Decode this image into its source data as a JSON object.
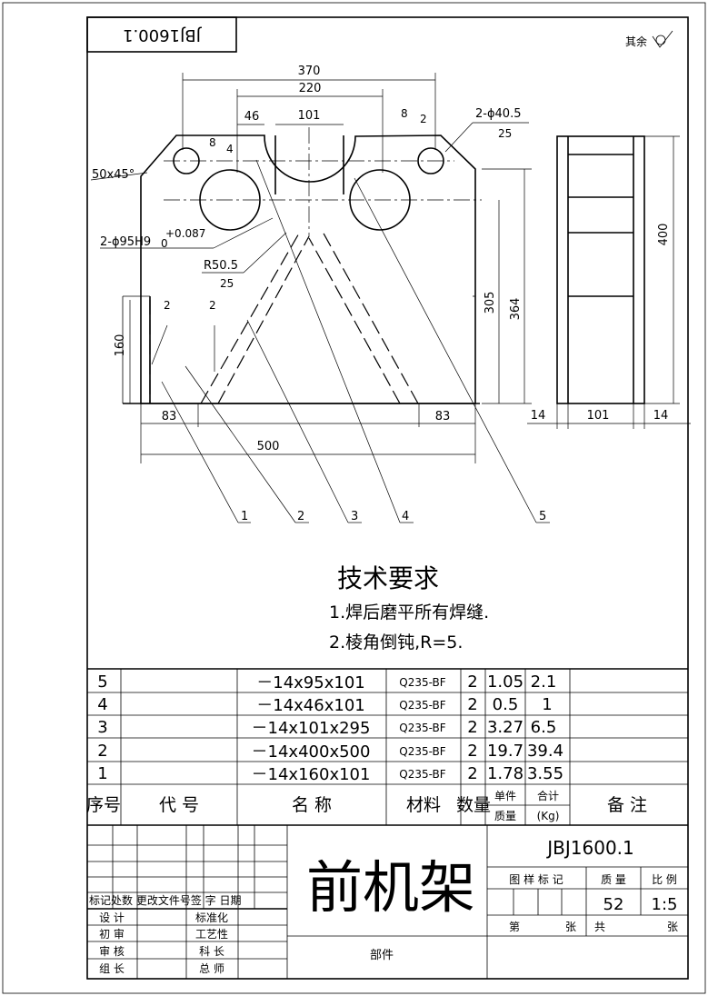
{
  "drawing_number_rotated": "JBJ1600.1",
  "roughness_note": "其余",
  "dimensions": {
    "d370": "370",
    "d220": "220",
    "d46": "46",
    "d101_top": "101",
    "weld8_a": "8",
    "weld4": "4",
    "weld8_b": "8",
    "weld2_top": "2",
    "hole_small": "2-ϕ40.5",
    "rough25": "25",
    "chamfer": "50x45°",
    "hole_big": "2-ϕ95H9",
    "tol_plus": "+0.087",
    "tol_zero": "0",
    "radius": "R50.5",
    "d305": "305",
    "d364": "364",
    "d160": "160",
    "weld2_a": "2",
    "weld2_b": "2",
    "d83_left": "83",
    "d83_right": "83",
    "d500": "500",
    "d400": "400",
    "d14_left": "14",
    "d101_side": "101",
    "d14_right": "14"
  },
  "balloons": [
    "1",
    "2",
    "3",
    "4",
    "5"
  ],
  "tech_title": "技术要求",
  "tech_items": [
    "1.焊后磨平所有焊缝.",
    "2.棱角倒钝,R=5."
  ],
  "bom_rows": [
    {
      "no": "5",
      "spec": "－14x95x101",
      "material": "Q235-BF",
      "qty": "2",
      "unit": "1.05",
      "total": "2.1"
    },
    {
      "no": "4",
      "spec": "－14x46x101",
      "material": "Q235-BF",
      "qty": "2",
      "unit": "0.5",
      "total": "1"
    },
    {
      "no": "3",
      "spec": "－14x101x295",
      "material": "Q235-BF",
      "qty": "2",
      "unit": "3.27",
      "total": "6.5"
    },
    {
      "no": "2",
      "spec": "－14x400x500",
      "material": "Q235-BF",
      "qty": "2",
      "unit": "19.7",
      "total": "39.4"
    },
    {
      "no": "1",
      "spec": "－14x160x101",
      "material": "Q235-BF",
      "qty": "2",
      "unit": "1.78",
      "total": "3.55"
    }
  ],
  "bom_header": {
    "no": "序号",
    "code": "代 号",
    "name": "名 称",
    "material": "材料",
    "qty": "数量",
    "unit": "单件",
    "total": "合计",
    "mass": "质量",
    "mass_unit": "(Kg)",
    "remark": "备 注"
  },
  "title_block": {
    "part_name": "前机架",
    "drawing_number": "JBJ1600.1",
    "col_stage": "图 样 标 记",
    "col_mass": "质 量",
    "col_scale": "比 例",
    "mass_value": "52",
    "scale_value": "1:5",
    "sheet_label": "第",
    "sheets_label": "张",
    "total_label": "共",
    "total_sheets_label": "张",
    "rev_header": "标记处数 更改文件号签  字 日期",
    "roles": [
      "设 计",
      "初 审",
      "审 核",
      "组 长"
    ],
    "roles2": [
      "标准化",
      "工艺性",
      "科 长",
      "总 师"
    ],
    "category": "部件"
  }
}
